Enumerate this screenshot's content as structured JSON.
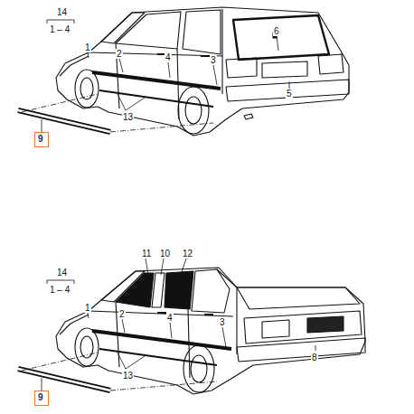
{
  "diagram": {
    "nodes": [
      {
        "text": [
          "9"
        ]
      },
      {
        "text": [
          "9"
        ]
      }
    ],
    "labels": [
      "14",
      "1 – 4",
      "1",
      "2",
      "4",
      "3",
      "6",
      "5",
      "13",
      "14",
      "1 – 4",
      "11",
      "10",
      "12",
      "1",
      "2",
      "4",
      "3",
      "8",
      "13"
    ]
  }
}
